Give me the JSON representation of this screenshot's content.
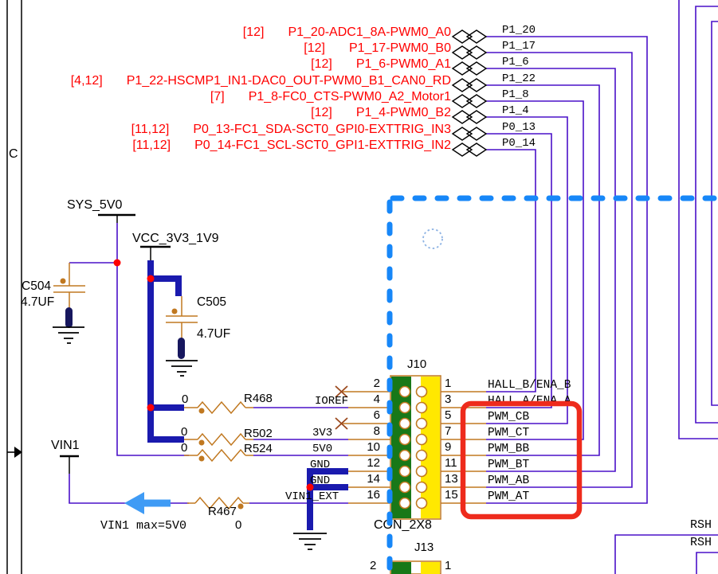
{
  "sheet": {
    "row_label": "C"
  },
  "header_signals": [
    {
      "tag": "[12]",
      "name": "P1_20-ADC1_8A-PWM0_A0",
      "net": "P1_20"
    },
    {
      "tag": "[12]",
      "name": "P1_17-PWM0_B0",
      "net": "P1_17"
    },
    {
      "tag": "[12]",
      "name": "P1_6-PWM0_A1",
      "net": "P1_6"
    },
    {
      "tag": "[4,12]",
      "name": "P1_22-HSCMP1_IN1-DAC0_OUT-PWM0_B1_CAN0_RD",
      "net": "P1_22"
    },
    {
      "tag": "[7]",
      "name": "P1_8-FC0_CTS-PWM0_A2_Motor1",
      "net": "P1_8"
    },
    {
      "tag": "[12]",
      "name": "P1_4-PWM0_B2",
      "net": "P1_4"
    },
    {
      "tag": "[11,12]",
      "name": "P0_13-FC1_SDA-SCT0_GPI0-EXTTRIG_IN3",
      "net": "P0_13"
    },
    {
      "tag": "[11,12]",
      "name": "P0_14-FC1_SCL-SCT0_GPI1-EXTTRIG_IN2",
      "net": "P0_14"
    }
  ],
  "power_nets": {
    "sys5v0": "SYS_5V0",
    "vcc": "VCC_3V3_1V9",
    "vin1": "VIN1"
  },
  "capacitors": [
    {
      "ref": "C504",
      "value": "4.7UF"
    },
    {
      "ref": "C505",
      "value": "4.7UF"
    }
  ],
  "resistors": [
    {
      "ref": "R468",
      "value": "0"
    },
    {
      "ref": "R502",
      "value": "0"
    },
    {
      "ref": "R524",
      "value": "0"
    },
    {
      "ref": "R467",
      "value": "0"
    }
  ],
  "note": "VIN1 max=5V0",
  "j10": {
    "designator": "J10",
    "part": "CON_2X8",
    "left_pins": [
      {
        "num": "2",
        "label": ""
      },
      {
        "num": "4",
        "label": "IOREF"
      },
      {
        "num": "6",
        "label": ""
      },
      {
        "num": "8",
        "label": "3V3"
      },
      {
        "num": "10",
        "label": "5V0"
      },
      {
        "num": "12",
        "label": "GND"
      },
      {
        "num": "14",
        "label": "GND"
      },
      {
        "num": "16",
        "label": "VIN1_EXT"
      }
    ],
    "right_pins": [
      {
        "num": "1",
        "net": "HALL_B/ENA_B"
      },
      {
        "num": "3",
        "net": "HALL_A/ENA_A"
      },
      {
        "num": "5",
        "net": "PWM_CB"
      },
      {
        "num": "7",
        "net": "PWM_CT"
      },
      {
        "num": "9",
        "net": "PWM_BB"
      },
      {
        "num": "11",
        "net": "PWM_BT"
      },
      {
        "num": "13",
        "net": "PWM_AB"
      },
      {
        "num": "15",
        "net": "PWM_AT"
      }
    ]
  },
  "j13": {
    "designator": "J13",
    "pin_left": "2",
    "pin_right": "1"
  },
  "edge_nets": {
    "rsh1": "RSH",
    "rsh2": "RSH"
  },
  "colors": {
    "wire": "#4A10C8",
    "component": "#C07820",
    "bus": "#1A1AAE",
    "highlight": "#EE2B1C",
    "dash": "#1787F8",
    "red_text": "#FF0000",
    "green_band": "#187818",
    "yellow_band": "#FFE800",
    "arrow": "#3F9BF5"
  }
}
